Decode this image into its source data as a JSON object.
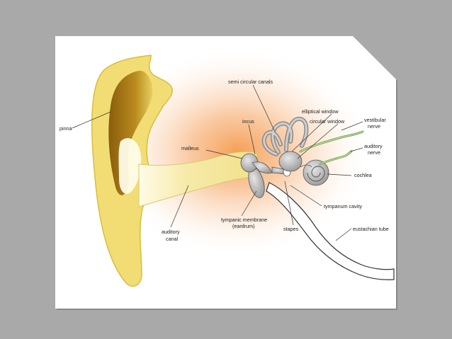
{
  "diagram": {
    "labels": {
      "semi_circular_canals": "semi circular canals",
      "elliptical_window": "elliptical window",
      "incus": "incus",
      "circular_window": "circular window",
      "vestibular_nerve_1": "vestibular",
      "vestibular_nerve_2": "nerve",
      "pinna": "pinna",
      "auditory_nerve_1": "auditory",
      "auditory_nerve_2": "nerve",
      "malleus": "malleus",
      "cochlea": "cochlea",
      "tympanum_cavity": "tympanum cavity",
      "tympanic_membrane_1": "tympanic membrane",
      "tympanic_membrane_2": "(eardrum)",
      "stapes": "stapes",
      "eustachian_tube": "eustachian tube",
      "auditory_canal_1": "auditory",
      "auditory_canal_2": "canal"
    },
    "colors": {
      "background": "#a9a9a9",
      "card": "#ffffff",
      "glow": "#f7a05a",
      "pinna_outer": "#f3e07a",
      "pinna_inner": "#9a6c10",
      "canal": "#f6efb0",
      "ossicles": "#b9b9b9",
      "nerve": "#8fbf6a"
    }
  }
}
